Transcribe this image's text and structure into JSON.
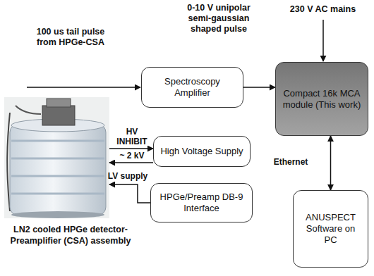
{
  "diagram": {
    "nodes": [
      {
        "text": [
          "Spectroscopy Amplifier"
        ]
      },
      {
        "text": [
          "Compact 16k MCA module (This work)"
        ]
      },
      {
        "text": [
          "LN2 cooled HPGe detector- Preamplifier (CSA) assembly"
        ]
      },
      {
        "text": [
          "High Voltage Supply"
        ]
      },
      {
        "text": [
          "HPGe/Preamp DB-9 Interface"
        ]
      },
      {
        "text": [
          "ANUSPECT Software on PC"
        ]
      }
    ],
    "edges": [
      {
        "from": 0,
        "to": 1,
        "arrow": "to"
      },
      {
        "from": 1,
        "to": 5,
        "label": "Ethernet",
        "arrow": "both"
      },
      {
        "from": 2,
        "to": 3,
        "label": "HV INHIBIT",
        "arrow": "to"
      },
      {
        "from": 3,
        "to": 2,
        "label": "~ 2 kV",
        "arrow": "to"
      },
      {
        "from": 4,
        "to": 2,
        "label": "LV supply",
        "arrow": "to"
      }
    ],
    "labels": [
      "100 us tail pulse from HPGe-CSA",
      "0-10 V unipolar semi-gaussian shaped pulse",
      "230 V AC mains"
    ]
  }
}
